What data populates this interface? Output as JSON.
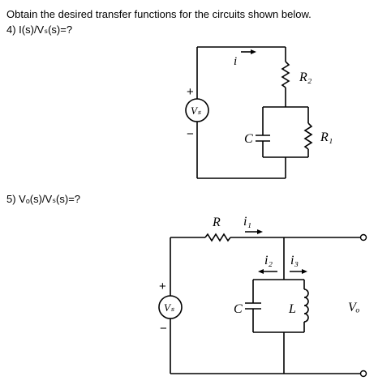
{
  "instruction": "Obtain the desired transfer functions for the circuits shown below.",
  "problem4": {
    "question": "4) I(s)/Vₛ(s)=?",
    "labels": {
      "current": "i",
      "r2": "R₂",
      "r1": "R₁",
      "cap": "C",
      "src": "Vₛ",
      "plus": "+",
      "minus": "−"
    }
  },
  "problem5": {
    "question": "5) Vₒ(s)/Vₛ(s)=?",
    "labels": {
      "r": "R",
      "i1": "i₁",
      "i2": "i₂",
      "i3": "i₃",
      "cap": "C",
      "ind": "L",
      "src": "Vₛ",
      "vo": "Vₒ",
      "plus": "+",
      "minus": "−"
    }
  }
}
